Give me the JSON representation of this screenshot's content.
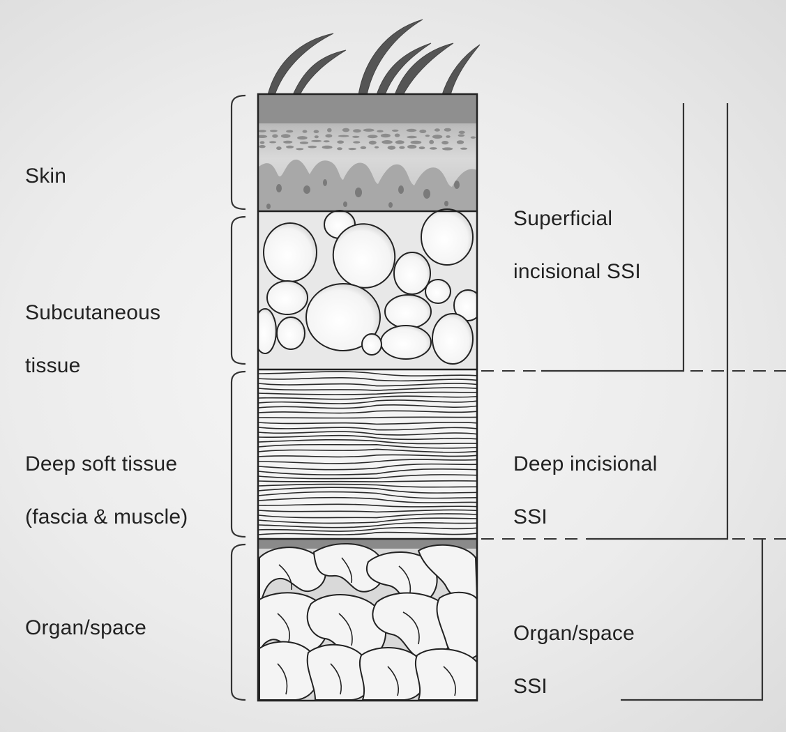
{
  "layers": [
    {
      "id": "skin",
      "lines": [
        "Skin"
      ]
    },
    {
      "id": "subcutaneous",
      "lines": [
        "Subcutaneous",
        "tissue"
      ]
    },
    {
      "id": "deep-soft-tissue",
      "lines": [
        "Deep soft tissue",
        "(fascia & muscle)"
      ]
    },
    {
      "id": "organ-space",
      "lines": [
        "Organ/space"
      ]
    }
  ],
  "ssi_categories": [
    {
      "id": "superficial",
      "lines": [
        "Superficial",
        "incisional SSI"
      ]
    },
    {
      "id": "deep",
      "lines": [
        "Deep incisional",
        "SSI"
      ]
    },
    {
      "id": "organ-space",
      "lines": [
        "Organ/space",
        "SSI"
      ]
    }
  ],
  "colors": {
    "background": "#ececec",
    "outline": "#222222",
    "skin_top": "#8d8d8d",
    "skin_body": "#c4c4c4",
    "fat": "#ffffff",
    "muscle": "#f2f2f2",
    "organ": "#d8d8d8"
  }
}
